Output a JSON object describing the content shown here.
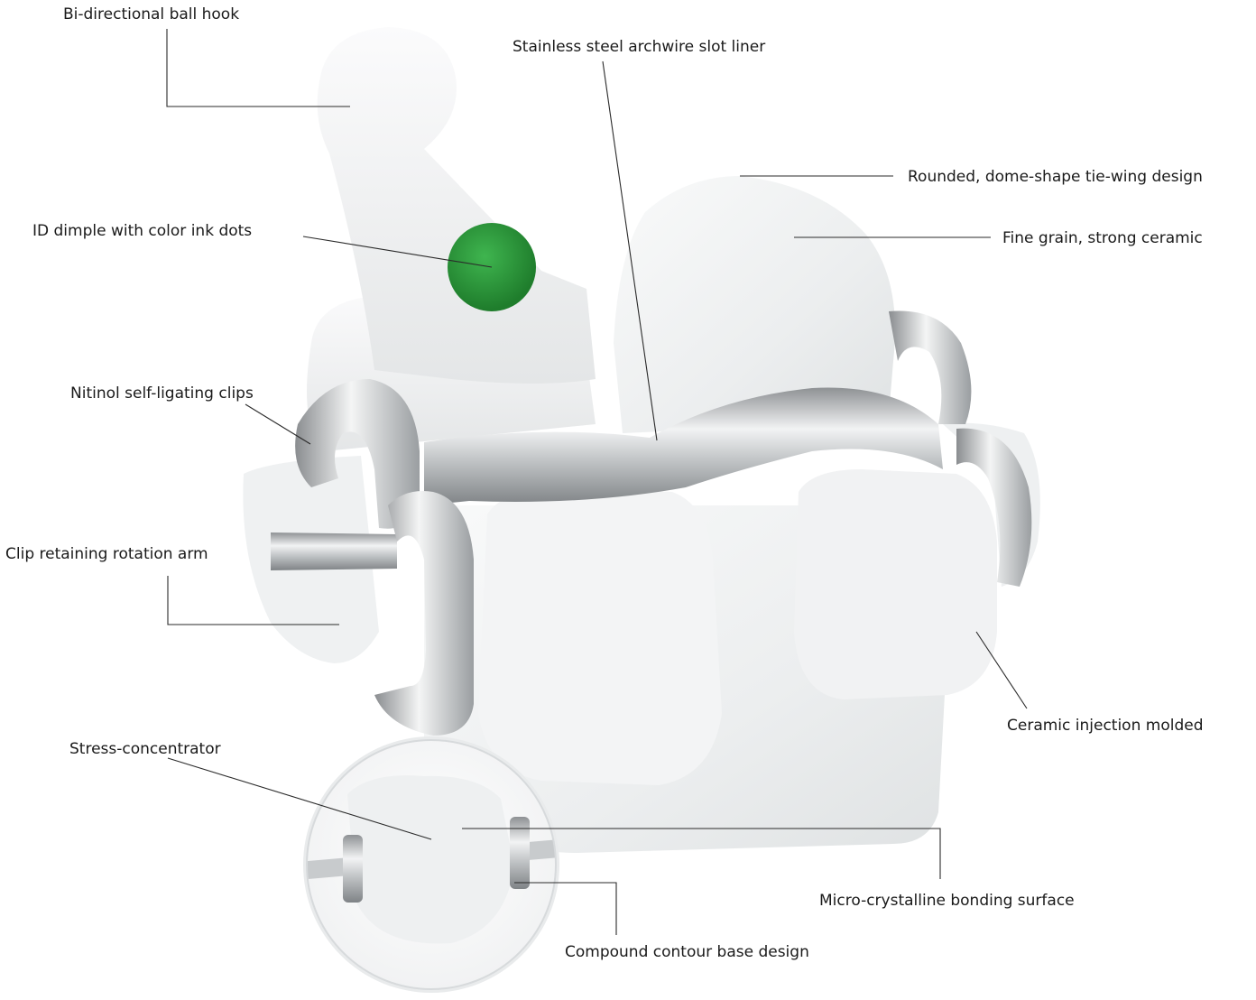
{
  "callouts": {
    "ball_hook": "Bi-directional ball hook",
    "slot_liner": "Stainless steel archwire slot liner",
    "tie_wing": "Rounded, dome-shape tie-wing design",
    "fine_grain": "Fine grain, strong ceramic",
    "id_dimple": "ID dimple with color ink dots",
    "clips": "Nitinol self-ligating clips",
    "rotation_arm": "Clip retaining rotation arm",
    "injection_molded": "Ceramic injection molded",
    "stress_concentrator": "Stress-concentrator",
    "bonding_surface": "Micro-crystalline bonding surface",
    "contour_base": "Compound contour base design"
  },
  "colors": {
    "ceramic": "#eef0f1",
    "steel": "#b9bcbe",
    "id_dot": "#2e9a3c"
  }
}
